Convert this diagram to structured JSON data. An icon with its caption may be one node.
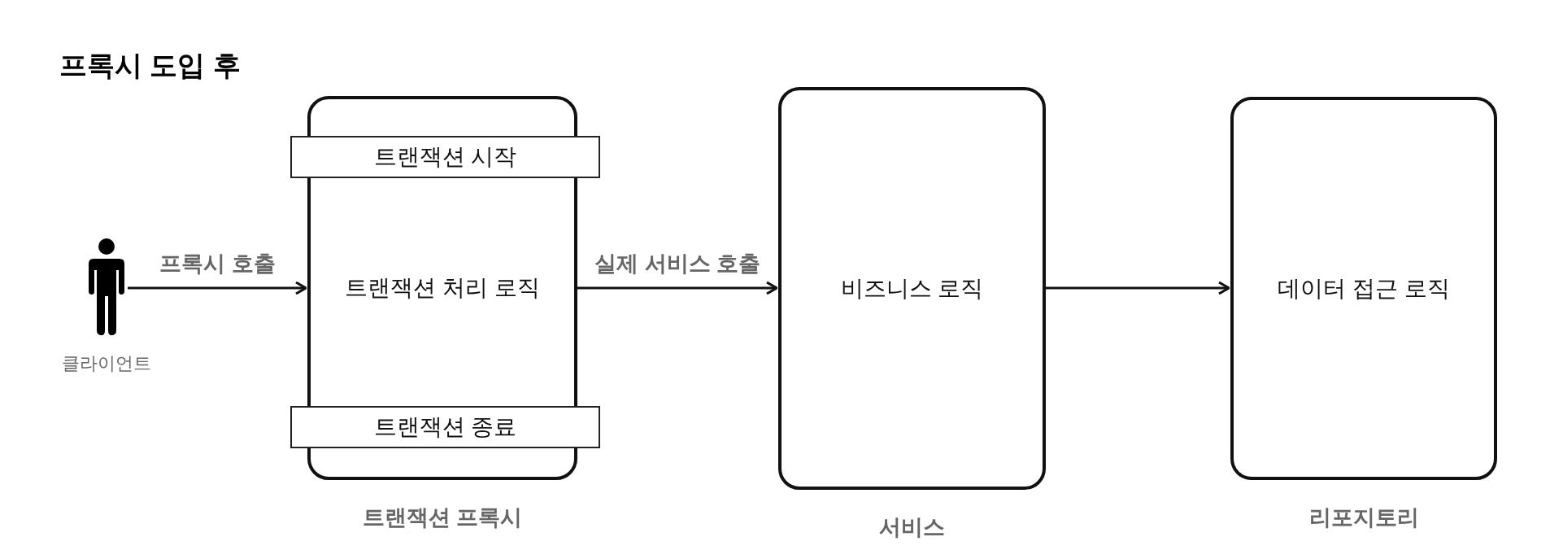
{
  "diagram": {
    "title": "프록시 도입 후",
    "nodes": [
      {
        "text": [],
        "shape": "person",
        "beside": [
          "클라이언트"
        ]
      },
      {
        "text": [
          "트랜잭션 처리 로직"
        ],
        "beside": [
          "트랜잭션 프록시"
        ]
      },
      {
        "text": [
          "트랜잭션 시작"
        ],
        "in": 1
      },
      {
        "text": [
          "트랜잭션 종료"
        ],
        "in": 1
      },
      {
        "text": [
          "비즈니스 로직"
        ],
        "beside": [
          "서비스"
        ]
      },
      {
        "text": [
          "데이터 접근 로직"
        ],
        "beside": [
          "리포지토리"
        ]
      }
    ],
    "edges": [
      {
        "from": 0,
        "to": 1,
        "arrow": "to",
        "label": "프록시 호출"
      },
      {
        "from": 1,
        "to": 4,
        "arrow": "to",
        "label": "실제 서비스 호출"
      },
      {
        "from": 4,
        "to": 5,
        "arrow": "to"
      }
    ]
  }
}
